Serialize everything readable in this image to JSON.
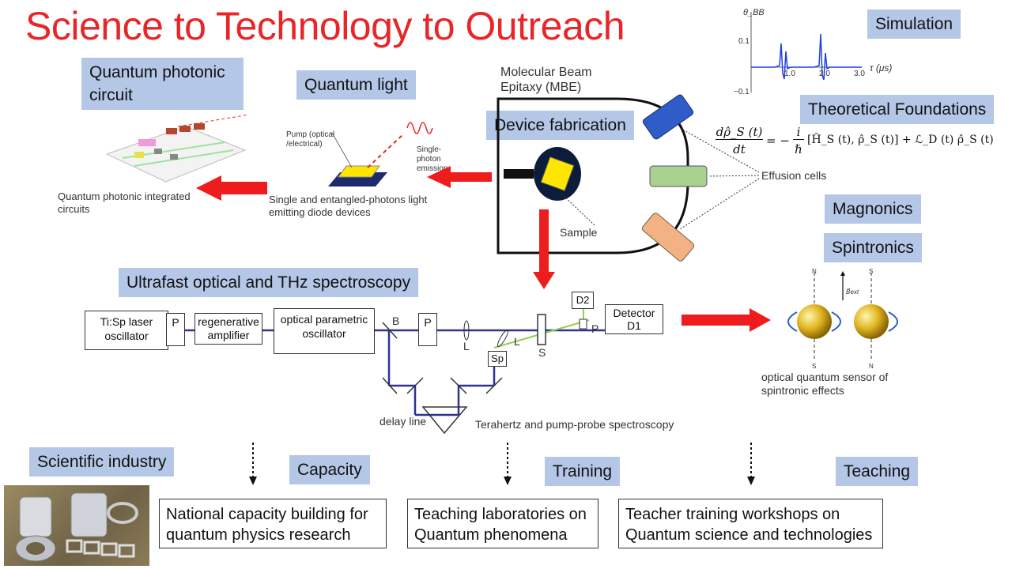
{
  "title": "Science to Technology to Outreach",
  "tags": {
    "quantum_photonic_circuit": "Quantum photonic circuit",
    "quantum_light": "Quantum light",
    "device_fabrication": "Device fabrication",
    "simulation": "Simulation",
    "theoretical_foundations": "Theoretical Foundations",
    "magnonics": "Magnonics",
    "spintronics": "Spintronics",
    "ultrafast": "Ultrafast optical and THz spectroscopy",
    "scientific_industry": "Scientific industry",
    "capacity": "Capacity",
    "training": "Training",
    "teaching": "Teaching"
  },
  "captions": {
    "qp_integrated": "Quantum photonic integrated circuits",
    "led_devices": "Single and entangled-photons light emitting diode devices",
    "pump": "Pump (optical /electrical)",
    "single_photon": "Single-photon emission",
    "mbe": "Molecular Beam Epitaxy (MBE)",
    "sample": "Sample",
    "effusion": "Effusion cells",
    "thz": "Terahertz and pump-probe spectroscopy",
    "delay": "delay line",
    "sensor": "optical quantum sensor of spintronic effects"
  },
  "equation": {
    "lhs_num": "dρ̂_S (t)",
    "lhs_den": "dt",
    "eq": "= −",
    "coef_num": "i",
    "coef_den": "ℏ",
    "commutator": "[Ĥ_S (t), ρ̂_S (t)] + ℒ_D (t) ρ̂_S (t)"
  },
  "simulation_plot": {
    "ylabel": "θ_BB",
    "y_ticks": [
      "0.1",
      "−0.1"
    ],
    "x_ticks": [
      "1.0",
      "2.0",
      "3.0"
    ],
    "xlabel": "τ (μs)",
    "line_color": "#1f3fe0"
  },
  "setup": {
    "laser": "Ti:Sp laser oscillator",
    "p1": "P",
    "regen": "regenerative amplifier",
    "opo": "optical parametric oscillator",
    "b": "B",
    "p2": "P",
    "l1": "L",
    "l2": "L",
    "s": "S",
    "sp": "Sp",
    "d2": "D2",
    "detector": "Detector D1",
    "p3": "P"
  },
  "magnet_labels": {
    "n": "N",
    "s": "S",
    "bext": "B⃗ext"
  },
  "outreach": {
    "capacity_text": "National capacity building for quantum physics research",
    "training_text": "Teaching laboratories on Quantum phenomena",
    "teaching_text": "Teacher training workshops on Quantum science and technologies"
  },
  "colors": {
    "title": "#e8262a",
    "tag_bg": "#b4c7e7",
    "arrow": "#ee1c1c",
    "beam": "#2e3192"
  }
}
